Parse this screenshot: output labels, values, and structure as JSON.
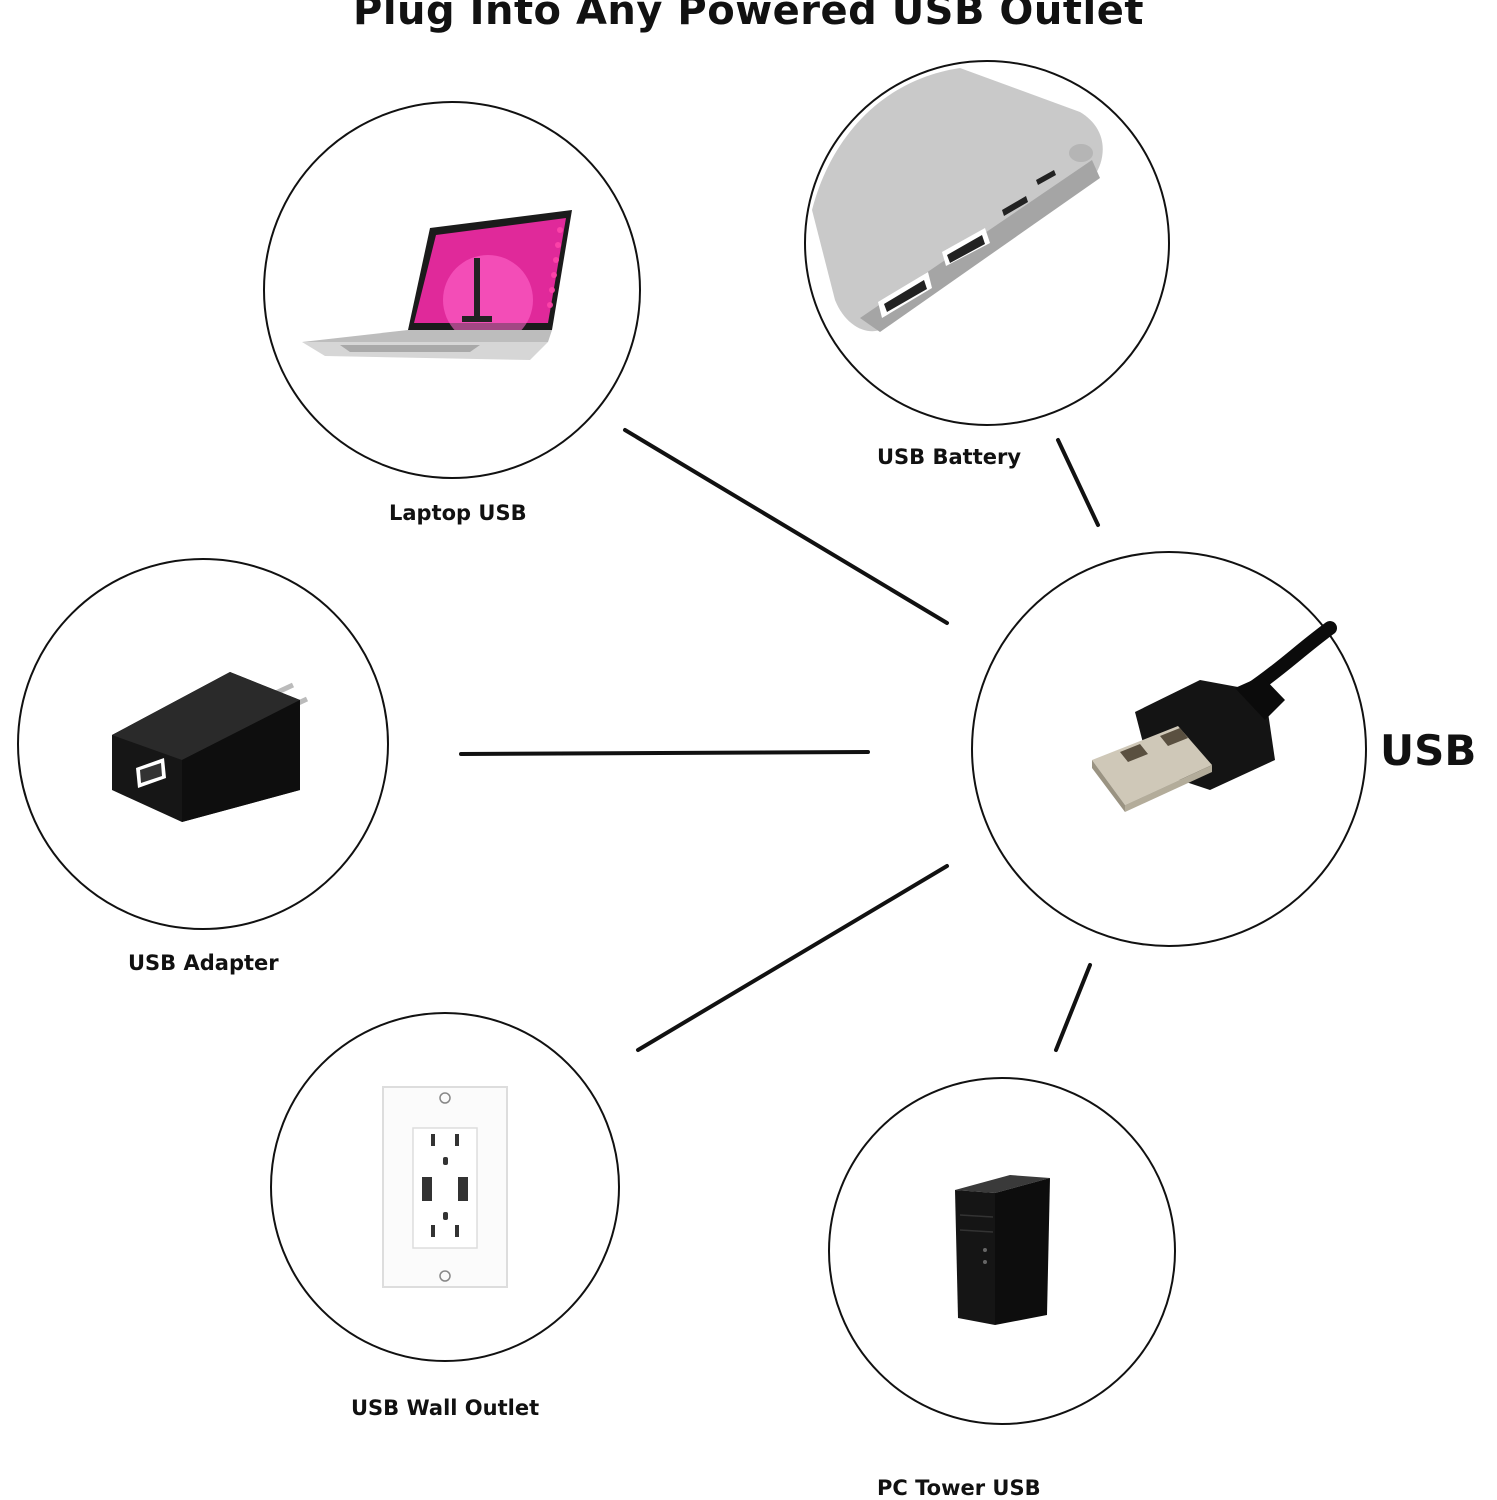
{
  "title": "Plug Into Any Powered USB Outlet",
  "center_label": "USB",
  "nodes": [
    {
      "id": "laptop",
      "label": "Laptop USB",
      "icon": "laptop-icon"
    },
    {
      "id": "battery",
      "label": "USB Battery",
      "icon": "battery-pack-icon"
    },
    {
      "id": "adapter",
      "label": "USB Adapter",
      "icon": "wall-adapter-icon"
    },
    {
      "id": "wall-outlet",
      "label": "USB Wall Outlet",
      "icon": "wall-outlet-icon"
    },
    {
      "id": "pc-tower",
      "label": "PC Tower USB",
      "icon": "pc-tower-icon"
    }
  ],
  "center_icon": "usb-plug-icon",
  "colors": {
    "line": "#111111",
    "background": "#ffffff",
    "screen_pink": "#e0299a"
  }
}
